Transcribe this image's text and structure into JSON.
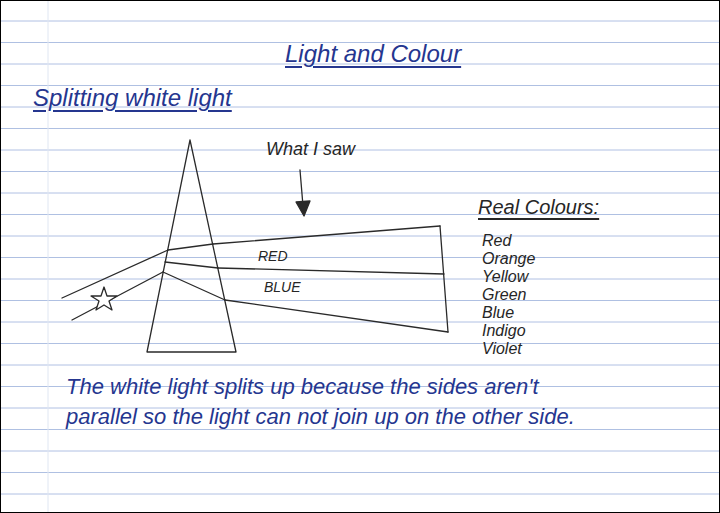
{
  "diagram": {
    "title": "Light and Colour",
    "labels": [
      "Splitting white light",
      "What I saw",
      "RED",
      "BLUE",
      "Real Colours:",
      "Red",
      "Orange",
      "Yellow",
      "Green",
      "Blue",
      "Indigo",
      "Violet",
      "The white light splits up because the sides aren't parallel so the light can not join up on the other side."
    ]
  }
}
